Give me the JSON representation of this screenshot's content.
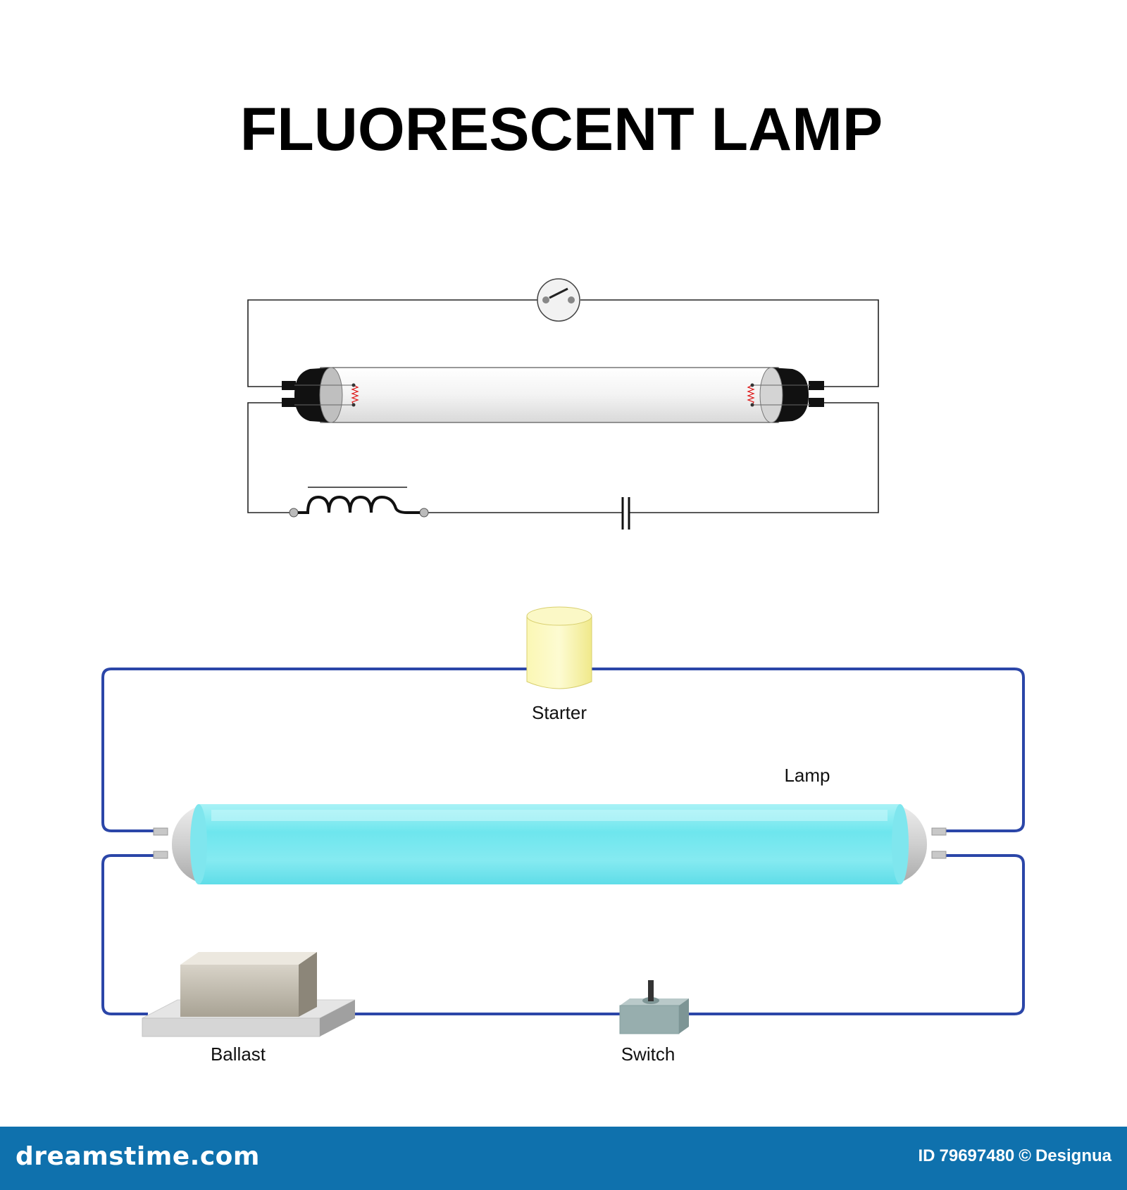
{
  "title": "FLUORESCENT LAMP",
  "labels": {
    "starter": "Starter",
    "lamp": "Lamp",
    "ballast": "Ballast",
    "switch": "Switch"
  },
  "footer": {
    "brand": "dreamstime.com",
    "id_label": "ID",
    "id_number": "79697480",
    "copyright": "©",
    "author": "Designua"
  },
  "colors": {
    "wire_schematic": "#222222",
    "wire_pictorial": "#2b46a8",
    "tube_glow": "#6ee6ee",
    "starter": "#f8f4a0",
    "footer_bg": "#0f71ad"
  }
}
